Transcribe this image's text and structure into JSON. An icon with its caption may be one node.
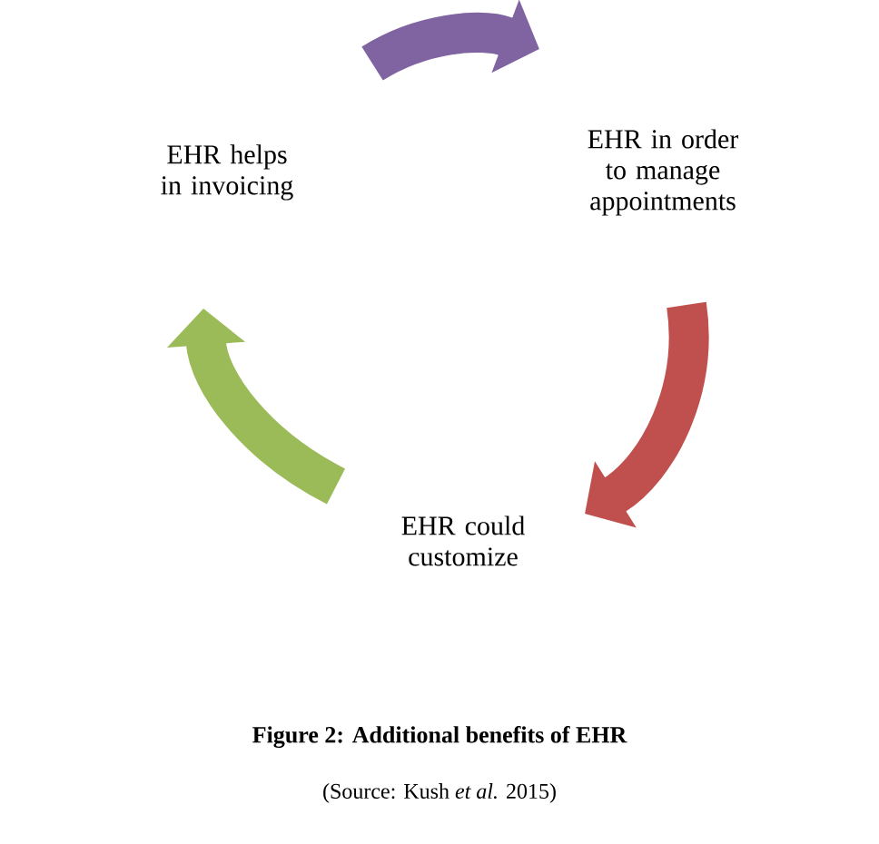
{
  "diagram": {
    "caption": "Figure 2: Additional benefits of EHR",
    "nodes": [
      {
        "text": [
          "EHR helps in invoicing"
        ]
      },
      {
        "text": [
          "EHR in order to manage appointments"
        ]
      },
      {
        "text": [
          "EHR could customize"
        ]
      }
    ],
    "edges": [
      {
        "from": 0,
        "to": 1,
        "arrow": "to",
        "color": "#8064a2"
      },
      {
        "from": 1,
        "to": 2,
        "arrow": "to",
        "color": "#c0504d"
      },
      {
        "from": 2,
        "to": 0,
        "arrow": "to",
        "color": "#9bbb59"
      }
    ],
    "labels": [
      "(Source: Kush *et al.* 2015)"
    ]
  }
}
